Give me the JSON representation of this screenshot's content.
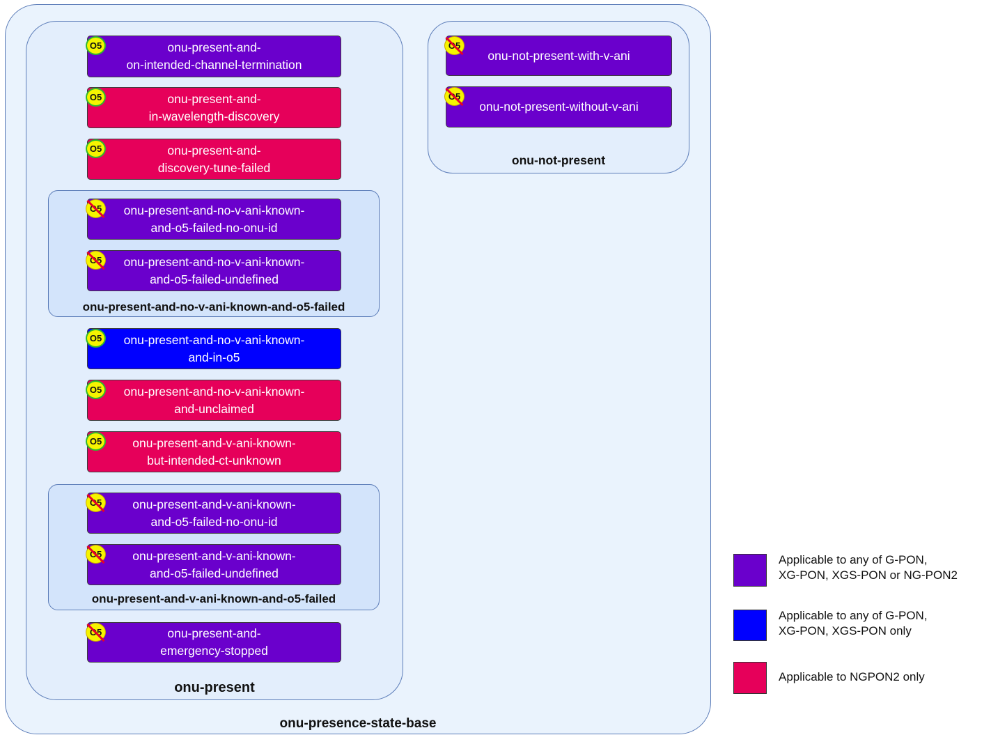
{
  "colors": {
    "purple": "#6a00cc",
    "blue": "#0000ff",
    "red": "#e6005a",
    "badge_fill": "#f6f400"
  },
  "containers": {
    "base": "onu-presence-state-base",
    "present": "onu-present",
    "not_present": "onu-not-present",
    "no_v_ani_o5_failed": "onu-present-and-no-v-ani-known-and-o5-failed",
    "v_ani_o5_failed": "onu-present-and-v-ani-known-and-o5-failed"
  },
  "badge_label": "O5",
  "states": [
    {
      "label": "onu-present-and-\non-intended-channel-termination",
      "color": "purple",
      "badge": "o5"
    },
    {
      "label": "onu-present-and-\nin-wavelength-discovery",
      "color": "red",
      "badge": "o5"
    },
    {
      "label": "onu-present-and-\ndiscovery-tune-failed",
      "color": "red",
      "badge": "o5"
    },
    {
      "label": "onu-present-and-no-v-ani-known-\nand-o5-failed-no-onu-id",
      "color": "purple",
      "badge": "no-o5"
    },
    {
      "label": "onu-present-and-no-v-ani-known-\nand-o5-failed-undefined",
      "color": "purple",
      "badge": "no-o5"
    },
    {
      "label": "onu-present-and-no-v-ani-known-\nand-in-o5",
      "color": "blue",
      "badge": "o5"
    },
    {
      "label": "onu-present-and-no-v-ani-known-\nand-unclaimed",
      "color": "red",
      "badge": "o5"
    },
    {
      "label": "onu-present-and-v-ani-known-\nbut-intended-ct-unknown",
      "color": "red",
      "badge": "o5"
    },
    {
      "label": "onu-present-and-v-ani-known-\nand-o5-failed-no-onu-id",
      "color": "purple",
      "badge": "no-o5"
    },
    {
      "label": "onu-present-and-v-ani-known-\nand-o5-failed-undefined",
      "color": "purple",
      "badge": "no-o5"
    },
    {
      "label": "onu-present-and-\nemergency-stopped",
      "color": "purple",
      "badge": "no-o5"
    },
    {
      "label": "onu-not-present-with-v-ani",
      "color": "purple",
      "badge": "no-o5"
    },
    {
      "label": "onu-not-present-without-v-ani",
      "color": "purple",
      "badge": "no-o5"
    }
  ],
  "legend": [
    {
      "text": "Applicable to any of G-PON,\nXG-PON, XGS-PON or NG-PON2",
      "color": "purple"
    },
    {
      "text": "Applicable to any of G-PON,\nXG-PON, XGS-PON only",
      "color": "blue"
    },
    {
      "text": "Applicable to NGPON2 only",
      "color": "red"
    }
  ]
}
